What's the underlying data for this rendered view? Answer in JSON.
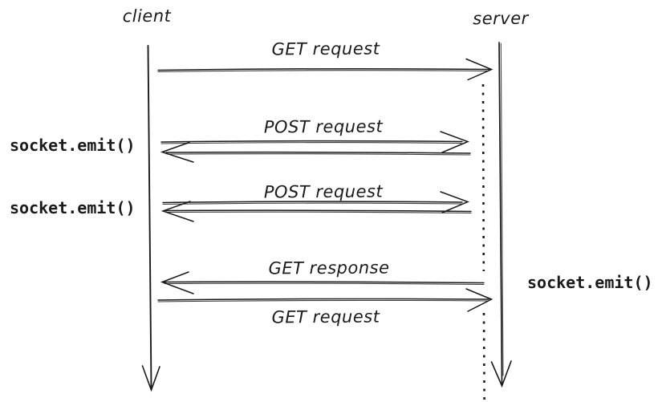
{
  "diagram": {
    "type": "sequence-diagram",
    "style": "hand-drawn",
    "colors": {
      "ink": "#1b1b1b",
      "background": "#ffffff"
    },
    "actors": [
      {
        "id": "client",
        "label": "client"
      },
      {
        "id": "server",
        "label": "server"
      }
    ],
    "messages": [
      {
        "label": "GET request",
        "from": "client",
        "to": "server",
        "direction": "right"
      },
      {
        "label": "POST request",
        "from": "client",
        "to": "server",
        "direction": "right-with-return"
      },
      {
        "label": "POST request",
        "from": "client",
        "to": "server",
        "direction": "right-with-return"
      },
      {
        "label": "GET response",
        "from": "server",
        "to": "client",
        "direction": "left"
      },
      {
        "label": "GET request",
        "from": "client",
        "to": "server",
        "direction": "right"
      }
    ],
    "annotations": [
      {
        "label": "socket.emit()",
        "side": "left"
      },
      {
        "label": "socket.emit()",
        "side": "left"
      },
      {
        "label": "socket.emit()",
        "side": "right"
      }
    ]
  }
}
